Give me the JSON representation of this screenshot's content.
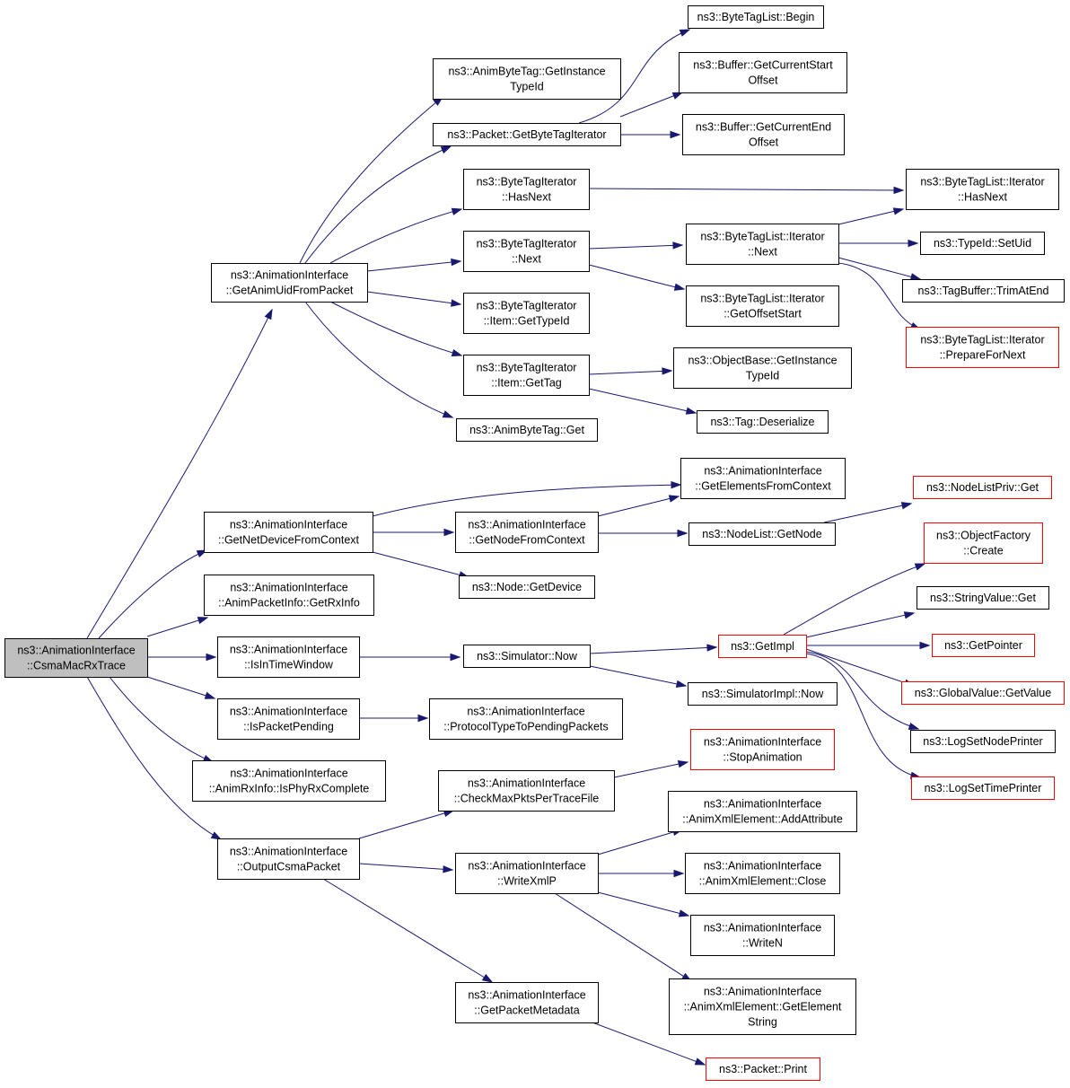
{
  "graph": {
    "edge_color": "#191970",
    "root_fill": "#bfbfbf",
    "truncated_border_color": "#ff0000",
    "nodes": [
      {
        "id": "root",
        "lines": [
          "ns3::AnimationInterface",
          "::CsmaMacRxTrace"
        ],
        "style": "root"
      },
      {
        "id": "getAnimUid",
        "lines": [
          "ns3::AnimationInterface",
          "::GetAnimUidFromPacket"
        ],
        "style": "normal"
      },
      {
        "id": "animByteTagGetTypeId",
        "lines": [
          "ns3::AnimByteTag::GetInstance",
          "TypeId"
        ],
        "style": "normal"
      },
      {
        "id": "getByteTagIterator",
        "lines": [
          "ns3::Packet::GetByteTagIterator"
        ],
        "style": "normal"
      },
      {
        "id": "byteTagListBegin",
        "lines": [
          "ns3::ByteTagList::Begin"
        ],
        "style": "normal"
      },
      {
        "id": "bufferStart",
        "lines": [
          "ns3::Buffer::GetCurrentStart",
          "Offset"
        ],
        "style": "normal"
      },
      {
        "id": "bufferEnd",
        "lines": [
          "ns3::Buffer::GetCurrentEnd",
          "Offset"
        ],
        "style": "normal"
      },
      {
        "id": "btiHasNext",
        "lines": [
          "ns3::ByteTagIterator",
          "::HasNext"
        ],
        "style": "normal"
      },
      {
        "id": "btlIterHasNext",
        "lines": [
          "ns3::ByteTagList::Iterator",
          "::HasNext"
        ],
        "style": "normal"
      },
      {
        "id": "btiNext",
        "lines": [
          "ns3::ByteTagIterator",
          "::Next"
        ],
        "style": "normal"
      },
      {
        "id": "btlIterNext",
        "lines": [
          "ns3::ByteTagList::Iterator",
          "::Next"
        ],
        "style": "normal"
      },
      {
        "id": "typeIdSetUid",
        "lines": [
          "ns3::TypeId::SetUid"
        ],
        "style": "normal"
      },
      {
        "id": "tagBufferTrim",
        "lines": [
          "ns3::TagBuffer::TrimAtEnd"
        ],
        "style": "normal"
      },
      {
        "id": "prepareForNext",
        "lines": [
          "ns3::ByteTagList::Iterator",
          "::PrepareForNext"
        ],
        "style": "red"
      },
      {
        "id": "btlIterOffsetStart",
        "lines": [
          "ns3::ByteTagList::Iterator",
          "::GetOffsetStart"
        ],
        "style": "normal"
      },
      {
        "id": "btiItemTypeId",
        "lines": [
          "ns3::ByteTagIterator",
          "::Item::GetTypeId"
        ],
        "style": "normal"
      },
      {
        "id": "btiItemGetTag",
        "lines": [
          "ns3::ByteTagIterator",
          "::Item::GetTag"
        ],
        "style": "normal"
      },
      {
        "id": "objectBaseTypeId",
        "lines": [
          "ns3::ObjectBase::GetInstance",
          "TypeId"
        ],
        "style": "normal"
      },
      {
        "id": "tagDeserialize",
        "lines": [
          "ns3::Tag::Deserialize"
        ],
        "style": "normal"
      },
      {
        "id": "animByteTagGet",
        "lines": [
          "ns3::AnimByteTag::Get"
        ],
        "style": "normal"
      },
      {
        "id": "getNetDevice",
        "lines": [
          "ns3::AnimationInterface",
          "::GetNetDeviceFromContext"
        ],
        "style": "normal"
      },
      {
        "id": "getElements",
        "lines": [
          "ns3::AnimationInterface",
          "::GetElementsFromContext"
        ],
        "style": "normal"
      },
      {
        "id": "getNodeFromContext",
        "lines": [
          "ns3::AnimationInterface",
          "::GetNodeFromContext"
        ],
        "style": "normal"
      },
      {
        "id": "nodeListPrivGet",
        "lines": [
          "ns3::NodeListPriv::Get"
        ],
        "style": "red"
      },
      {
        "id": "nodeListGetNode",
        "lines": [
          "ns3::NodeList::GetNode"
        ],
        "style": "normal"
      },
      {
        "id": "nodeGetDevice",
        "lines": [
          "ns3::Node::GetDevice"
        ],
        "style": "normal"
      },
      {
        "id": "animPacketInfoRx",
        "lines": [
          "ns3::AnimationInterface",
          "::AnimPacketInfo::GetRxInfo"
        ],
        "style": "normal"
      },
      {
        "id": "objectFactoryCreate",
        "lines": [
          "ns3::ObjectFactory",
          "::Create"
        ],
        "style": "red"
      },
      {
        "id": "stringValueGet",
        "lines": [
          "ns3::StringValue::Get"
        ],
        "style": "normal"
      },
      {
        "id": "isInTimeWindow",
        "lines": [
          "ns3::AnimationInterface",
          "::IsInTimeWindow"
        ],
        "style": "normal"
      },
      {
        "id": "simulatorNow",
        "lines": [
          "ns3::Simulator::Now"
        ],
        "style": "normal"
      },
      {
        "id": "getImpl",
        "lines": [
          "ns3::GetImpl"
        ],
        "style": "red"
      },
      {
        "id": "getPointer",
        "lines": [
          "ns3::GetPointer"
        ],
        "style": "red"
      },
      {
        "id": "globalValueGet",
        "lines": [
          "ns3::GlobalValue::GetValue"
        ],
        "style": "red"
      },
      {
        "id": "simulatorImplNow",
        "lines": [
          "ns3::SimulatorImpl::Now"
        ],
        "style": "normal"
      },
      {
        "id": "isPacketPending",
        "lines": [
          "ns3::AnimationInterface",
          "::IsPacketPending"
        ],
        "style": "normal"
      },
      {
        "id": "protocolTypeToPending",
        "lines": [
          "ns3::AnimationInterface",
          "::ProtocolTypeToPendingPackets"
        ],
        "style": "normal"
      },
      {
        "id": "logSetNodePrinter",
        "lines": [
          "ns3::LogSetNodePrinter"
        ],
        "style": "normal"
      },
      {
        "id": "animRxInfoComplete",
        "lines": [
          "ns3::AnimationInterface",
          "::AnimRxInfo::IsPhyRxComplete"
        ],
        "style": "normal"
      },
      {
        "id": "stopAnimation",
        "lines": [
          "ns3::AnimationInterface",
          "::StopAnimation"
        ],
        "style": "red"
      },
      {
        "id": "logSetTimePrinter",
        "lines": [
          "ns3::LogSetTimePrinter"
        ],
        "style": "red"
      },
      {
        "id": "checkMaxPkts",
        "lines": [
          "ns3::AnimationInterface",
          "::CheckMaxPktsPerTraceFile"
        ],
        "style": "normal"
      },
      {
        "id": "addAttribute",
        "lines": [
          "ns3::AnimationInterface",
          "::AnimXmlElement::AddAttribute"
        ],
        "style": "normal"
      },
      {
        "id": "outputCsmaPacket",
        "lines": [
          "ns3::AnimationInterface",
          "::OutputCsmaPacket"
        ],
        "style": "normal"
      },
      {
        "id": "writeXmlP",
        "lines": [
          "ns3::AnimationInterface",
          "::WriteXmlP"
        ],
        "style": "normal"
      },
      {
        "id": "xmlClose",
        "lines": [
          "ns3::AnimationInterface",
          "::AnimXmlElement::Close"
        ],
        "style": "normal"
      },
      {
        "id": "writeN",
        "lines": [
          "ns3::AnimationInterface",
          "::WriteN"
        ],
        "style": "normal"
      },
      {
        "id": "getElementString",
        "lines": [
          "ns3::AnimationInterface",
          "::AnimXmlElement::GetElement",
          "String"
        ],
        "style": "normal"
      },
      {
        "id": "getPacketMetadata",
        "lines": [
          "ns3::AnimationInterface",
          "::GetPacketMetadata"
        ],
        "style": "normal"
      },
      {
        "id": "packetPrint",
        "lines": [
          "ns3::Packet::Print"
        ],
        "style": "red"
      }
    ],
    "edges": [
      [
        "root",
        "getAnimUid"
      ],
      [
        "root",
        "getNetDevice"
      ],
      [
        "root",
        "animPacketInfoRx"
      ],
      [
        "root",
        "isInTimeWindow"
      ],
      [
        "root",
        "isPacketPending"
      ],
      [
        "root",
        "animRxInfoComplete"
      ],
      [
        "root",
        "outputCsmaPacket"
      ],
      [
        "getAnimUid",
        "animByteTagGetTypeId"
      ],
      [
        "getAnimUid",
        "getByteTagIterator"
      ],
      [
        "getAnimUid",
        "btiHasNext"
      ],
      [
        "getAnimUid",
        "btiNext"
      ],
      [
        "getAnimUid",
        "btiItemTypeId"
      ],
      [
        "getAnimUid",
        "btiItemGetTag"
      ],
      [
        "getAnimUid",
        "animByteTagGet"
      ],
      [
        "getByteTagIterator",
        "byteTagListBegin"
      ],
      [
        "getByteTagIterator",
        "bufferStart"
      ],
      [
        "getByteTagIterator",
        "bufferEnd"
      ],
      [
        "btiHasNext",
        "btlIterHasNext"
      ],
      [
        "btiNext",
        "btlIterNext"
      ],
      [
        "btiNext",
        "btlIterOffsetStart"
      ],
      [
        "btlIterNext",
        "btlIterHasNext"
      ],
      [
        "btlIterNext",
        "typeIdSetUid"
      ],
      [
        "btlIterNext",
        "tagBufferTrim"
      ],
      [
        "btlIterNext",
        "prepareForNext"
      ],
      [
        "btiItemGetTag",
        "objectBaseTypeId"
      ],
      [
        "btiItemGetTag",
        "tagDeserialize"
      ],
      [
        "getNetDevice",
        "getElements"
      ],
      [
        "getNetDevice",
        "getNodeFromContext"
      ],
      [
        "getNetDevice",
        "nodeGetDevice"
      ],
      [
        "getNodeFromContext",
        "getElements"
      ],
      [
        "getNodeFromContext",
        "nodeListGetNode"
      ],
      [
        "nodeListGetNode",
        "nodeListPrivGet"
      ],
      [
        "isInTimeWindow",
        "simulatorNow"
      ],
      [
        "simulatorNow",
        "getImpl"
      ],
      [
        "simulatorNow",
        "simulatorImplNow"
      ],
      [
        "getImpl",
        "objectFactoryCreate"
      ],
      [
        "getImpl",
        "stringValueGet"
      ],
      [
        "getImpl",
        "getPointer"
      ],
      [
        "getImpl",
        "globalValueGet"
      ],
      [
        "getImpl",
        "logSetNodePrinter"
      ],
      [
        "getImpl",
        "logSetTimePrinter"
      ],
      [
        "isPacketPending",
        "protocolTypeToPending"
      ],
      [
        "outputCsmaPacket",
        "checkMaxPkts"
      ],
      [
        "outputCsmaPacket",
        "writeXmlP"
      ],
      [
        "outputCsmaPacket",
        "getPacketMetadata"
      ],
      [
        "checkMaxPkts",
        "stopAnimation"
      ],
      [
        "writeXmlP",
        "addAttribute"
      ],
      [
        "writeXmlP",
        "xmlClose"
      ],
      [
        "writeXmlP",
        "writeN"
      ],
      [
        "writeXmlP",
        "getElementString"
      ],
      [
        "getPacketMetadata",
        "packetPrint"
      ]
    ]
  }
}
